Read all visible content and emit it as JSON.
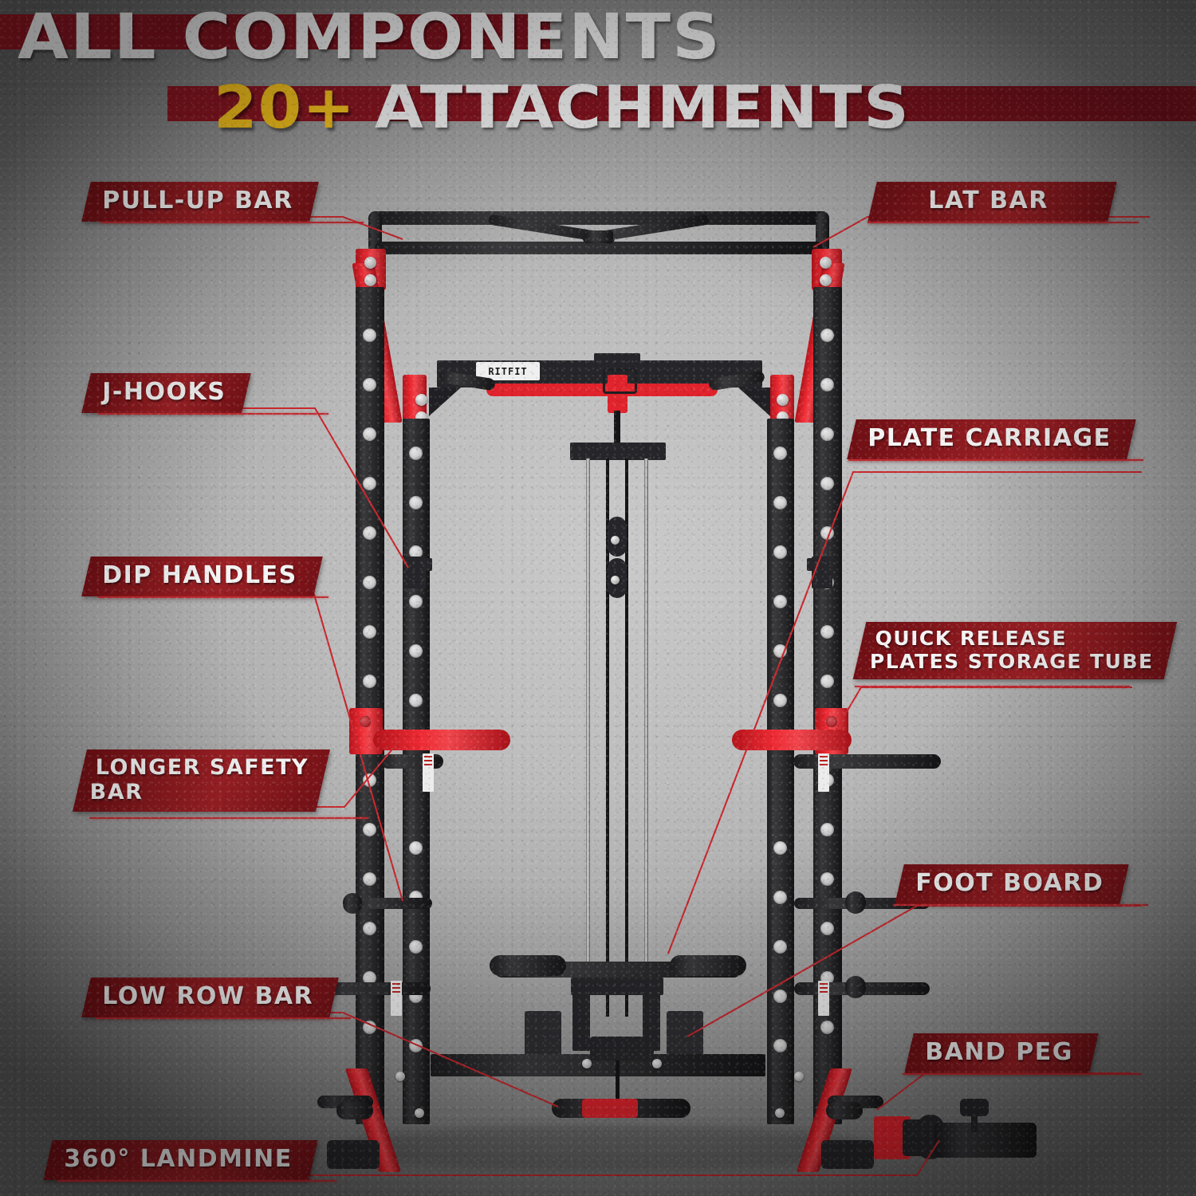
{
  "header": {
    "line1": "ALL COMPONENTS",
    "count": "20+",
    "line2": "ATTACHMENTS"
  },
  "product": {
    "brand": "RITFIT"
  },
  "colors": {
    "banner_red": "#8d1a1f",
    "leader_red": "#c8282e",
    "accent_red": "#e0232c",
    "frame_black": "#26262a",
    "count_yellow": "#f6c21b",
    "header_white": "#f2f2f2",
    "background_gray": "#bcbcbc"
  },
  "callouts": [
    {
      "id": "pull-up-bar",
      "side": "left",
      "lines": [
        "PULL-UP BAR"
      ]
    },
    {
      "id": "j-hooks",
      "side": "left",
      "lines": [
        "J-HOOKS"
      ]
    },
    {
      "id": "dip-handles",
      "side": "left",
      "lines": [
        "DIP HANDLES"
      ]
    },
    {
      "id": "longer-safety-bar",
      "side": "left",
      "lines": [
        "LONGER SAFETY",
        "BAR"
      ]
    },
    {
      "id": "low-row-bar",
      "side": "left",
      "lines": [
        "LOW ROW BAR"
      ]
    },
    {
      "id": "landmine",
      "side": "left",
      "lines": [
        "360° LANDMINE"
      ]
    },
    {
      "id": "lat-bar",
      "side": "right",
      "lines": [
        "LAT BAR"
      ]
    },
    {
      "id": "plate-carriage",
      "side": "right",
      "lines": [
        "PLATE CARRIAGE"
      ]
    },
    {
      "id": "quick-release-plates-storage-tube",
      "side": "right",
      "lines": [
        "QUICK RELEASE",
        "PLATES STORAGE TUBE"
      ]
    },
    {
      "id": "foot-board",
      "side": "right",
      "lines": [
        "FOOT BOARD"
      ]
    },
    {
      "id": "band-peg",
      "side": "right",
      "lines": [
        "BAND PEG"
      ]
    }
  ]
}
